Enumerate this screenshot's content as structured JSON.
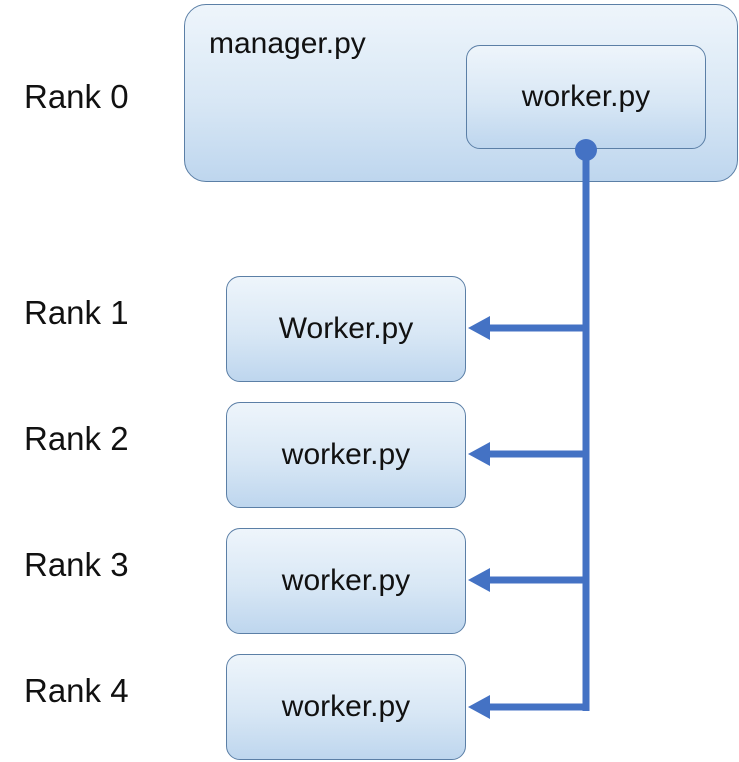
{
  "ranks": [
    "Rank 0",
    "Rank 1",
    "Rank 2",
    "Rank 3",
    "Rank 4"
  ],
  "manager": {
    "label": "manager.py",
    "inner_worker_label": "worker.py"
  },
  "workers": [
    "Worker.py",
    "worker.py",
    "worker.py",
    "worker.py"
  ],
  "colors": {
    "connector": "#4472c4",
    "box_border": "#5b7fa6",
    "box_fill_top": "#eef5fb",
    "box_fill_bottom": "#bed6ee"
  }
}
